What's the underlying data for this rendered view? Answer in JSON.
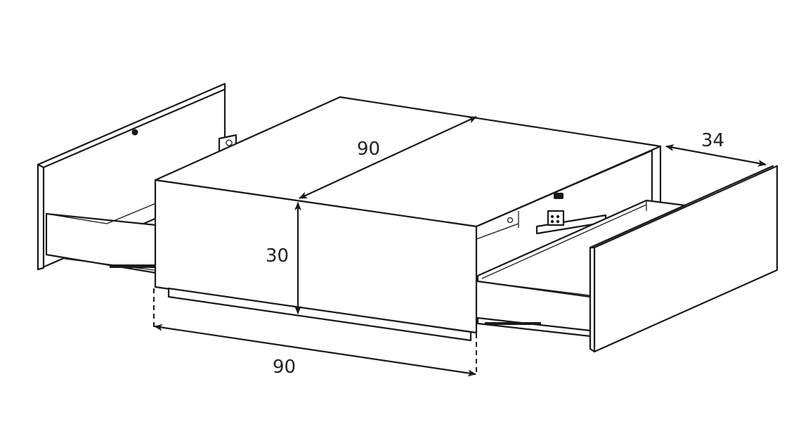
{
  "diagram": {
    "dimensions": {
      "depth_top": "90",
      "width_front": "90",
      "height": "30",
      "drawer_depth": "34"
    }
  }
}
